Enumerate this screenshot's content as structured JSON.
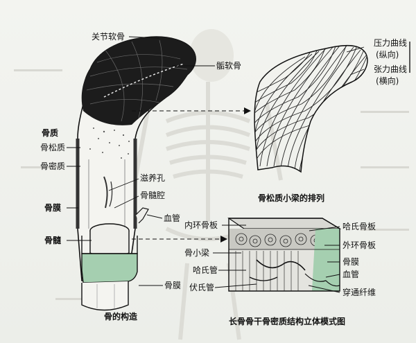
{
  "labels": {
    "articular_cartilage": "关节软骨",
    "epiphyseal_cartilage": "骺软骨",
    "bone_substance": "骨质",
    "spongy_bone": "骨松质",
    "compact_bone": "骨密质",
    "periosteum_left": "骨膜",
    "bone_marrow": "骨髓",
    "nutrient_foramen": "滋养孔",
    "medullary_cavity": "骨髓腔",
    "blood_vessel_top": "血管",
    "periosteum_bottom": "骨膜",
    "pressure_curve_line1": "压力曲线",
    "pressure_curve_line2": "(纵向)",
    "tension_curve_line1": "张力曲线",
    "tension_curve_line2": "(横向)",
    "trabeculae_caption": "骨松质小梁的排列",
    "inner_lamellae": "内环骨板",
    "trabecula": "骨小梁",
    "haversian_canal": "哈氏管",
    "volkmann_canal": "伏氏管",
    "haversian_lamellae": "哈氏骨板",
    "outer_lamellae": "外环骨板",
    "periosteum_right": "骨膜",
    "blood_vessel_right": "血管",
    "perforating_fibers": "穿通纤维",
    "bone_structure_caption": "骨的构造",
    "compact_structure_caption": "长骨骨干骨密质结构立体模式图"
  },
  "colors": {
    "cartilage": "#1c1c1c",
    "periosteum_green": "#a5cfb0",
    "bone_fill": "#f4f4f0",
    "ink": "#111111"
  }
}
